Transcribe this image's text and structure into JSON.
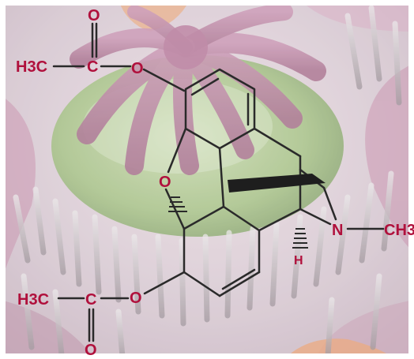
{
  "molecule": {
    "top_acetyl": {
      "o_carbonyl": "O",
      "methyl": "H3C",
      "carbon": "C",
      "o_ester": "O"
    },
    "bottom_acetyl": {
      "methyl": "H3C",
      "carbon": "C",
      "o_ester": "O",
      "o_carbonyl": "O"
    },
    "ring_oxygen": "O",
    "amine": {
      "nitrogen": "N",
      "methyl": "CH3"
    },
    "stereo_h": "H"
  },
  "colors": {
    "label_red": "#b0103c",
    "bond_dark": "#2a2a2a",
    "petal_pink": "#c48aa8",
    "poppy_green": "#9fbf7c",
    "background_gray": "#d4cdd2"
  },
  "icons": {
    "background": "poppy-flower-photo"
  }
}
